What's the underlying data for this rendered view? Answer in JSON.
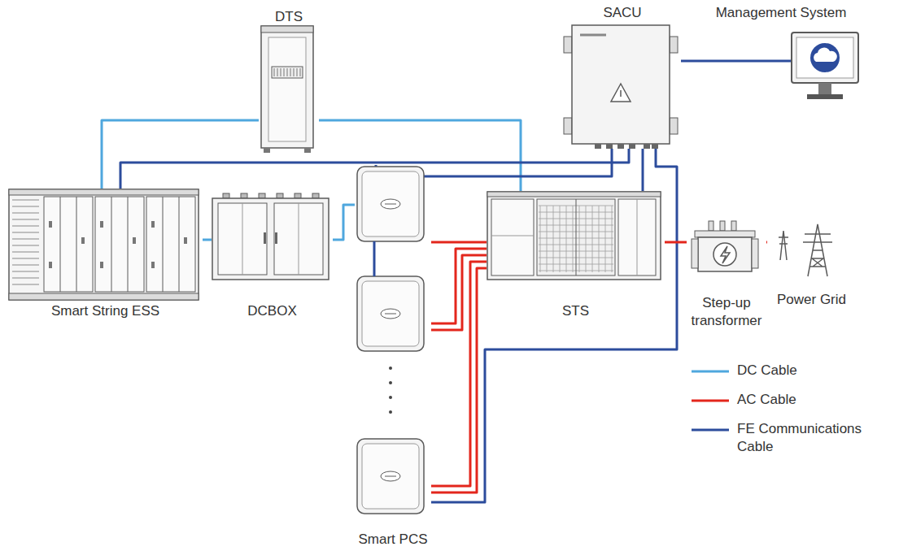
{
  "diagram": {
    "nodes": [
      {
        "text": [
          "DTS"
        ]
      },
      {
        "text": [
          "SACU"
        ]
      },
      {
        "text": [
          "Management System"
        ]
      },
      {
        "text": [
          "Smart String ESS"
        ]
      },
      {
        "text": [
          "DCBOX"
        ]
      },
      {
        "text": [
          "Smart PCS"
        ]
      },
      {
        "text": [
          "STS"
        ]
      },
      {
        "text": [
          "Step-up transformer"
        ]
      },
      {
        "text": [
          "Power Grid"
        ]
      }
    ],
    "edges": [
      {
        "from": 3,
        "to": 4,
        "arrow": "none"
      },
      {
        "from": 4,
        "to": 5,
        "arrow": "none"
      },
      {
        "from": 3,
        "to": 0,
        "arrow": "none"
      },
      {
        "from": 0,
        "to": 6,
        "arrow": "none"
      },
      {
        "from": 3,
        "to": 1,
        "arrow": "none"
      },
      {
        "from": 5,
        "to": 1,
        "arrow": "none"
      },
      {
        "from": 6,
        "to": 1,
        "arrow": "none"
      },
      {
        "from": 5,
        "to": 1,
        "arrow": "none"
      },
      {
        "from": 5,
        "to": 6,
        "arrow": "none"
      },
      {
        "from": 6,
        "to": 7,
        "arrow": "none"
      },
      {
        "from": 7,
        "to": 8,
        "arrow": "none"
      },
      {
        "from": 1,
        "to": 2,
        "arrow": "none"
      }
    ],
    "legend": [
      {
        "text": "DC Cable"
      },
      {
        "text": "AC Cable"
      },
      {
        "text": "FE Communications Cable"
      }
    ]
  }
}
